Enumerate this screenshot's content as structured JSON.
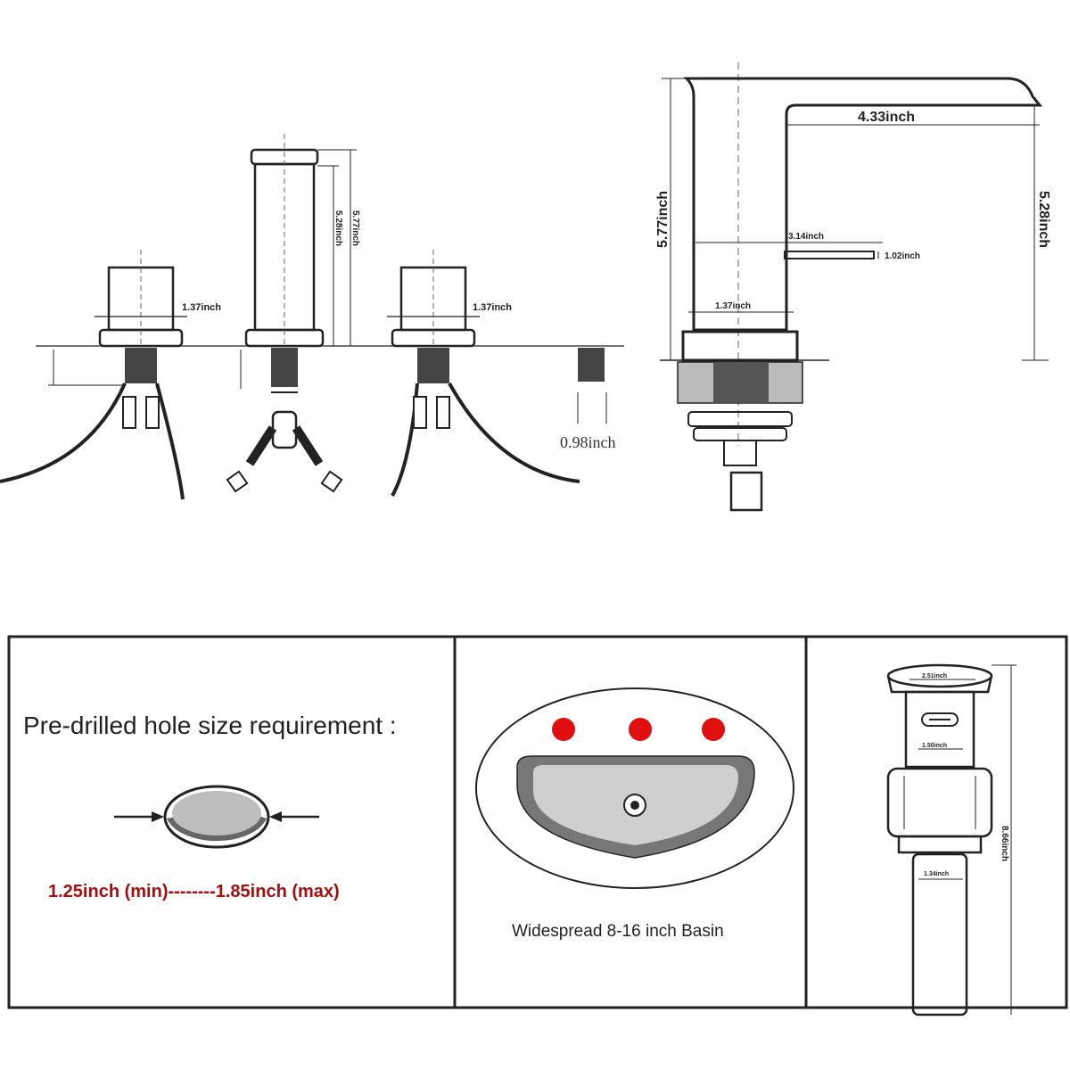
{
  "faucet_front": {
    "handle_left_width": "1.37inch",
    "spout_height": "5.77inch",
    "spout_body_height": "5.28inch",
    "handle_right_width": "1.37inch",
    "hole_depth": "0.98inch"
  },
  "faucet_side": {
    "spout_reach": "4.33inch",
    "total_height": "5.77inch",
    "outlet_height": "5.28inch",
    "handle_length": "3.14inch",
    "handle_height": "1.02inch",
    "base_diameter": "1.37inch"
  },
  "panel_hole": {
    "title": "Pre-drilled hole size requirement :",
    "range_text": "1.25inch (min)--------1.85inch (max)"
  },
  "panel_basin": {
    "caption": "Widespread 8-16 inch Basin",
    "hole_color": "#e01010"
  },
  "panel_drain": {
    "cap_width": "2.51inch",
    "body_width": "1.50inch",
    "total_length": "8.66inch",
    "tail_width": "1.34inch"
  }
}
